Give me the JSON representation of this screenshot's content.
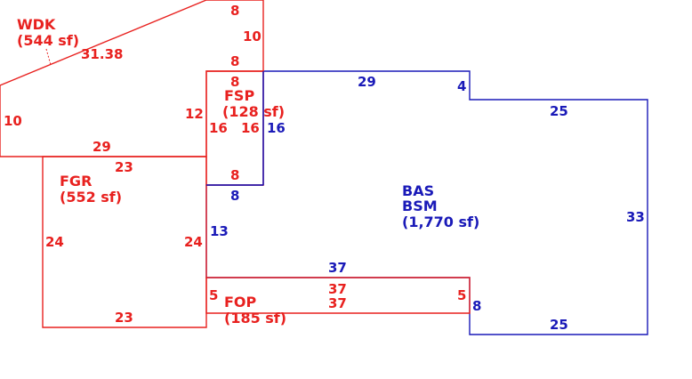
{
  "colors": {
    "red": "#e8211f",
    "blue": "#1a1ab8",
    "background": "#ffffff"
  },
  "areas": {
    "wdk": {
      "code": "WDK",
      "size": "(544 sf)"
    },
    "fsp": {
      "code": "FSP",
      "size": "(128 sf)"
    },
    "fgr": {
      "code": "FGR",
      "size": "(552 sf)"
    },
    "bas": {
      "code1": "BAS",
      "code2": "BSM",
      "size": "(1,770 sf)"
    },
    "fop": {
      "code": "FOP",
      "size": "(185 sf)"
    }
  },
  "dimensions": {
    "wdk_top": "8",
    "wdk_right": "10",
    "wdk_diagonal": "31.38",
    "wdk_left": "10",
    "wdk_bottom": "29",
    "fsp_top": "8",
    "fsp_top_inner": "8",
    "fsp_left": "12",
    "fsp_left_inner": "16",
    "fsp_right_inner": "16",
    "fsp_right": "16",
    "fsp_bottom": "8",
    "fgr_top": "23",
    "fgr_left": "24",
    "fgr_right": "24",
    "fgr_bottom": "23",
    "bas_top": "29",
    "bas_notch": "4",
    "bas_top_right": "25",
    "bas_right": "33",
    "bas_bottom": "25",
    "bas_step": "8",
    "bas_left_top": "8",
    "bas_left": "13",
    "bas_mid": "37",
    "fop_top": "37",
    "fop_bottom": "37",
    "fop_left": "5",
    "fop_right": "5"
  }
}
